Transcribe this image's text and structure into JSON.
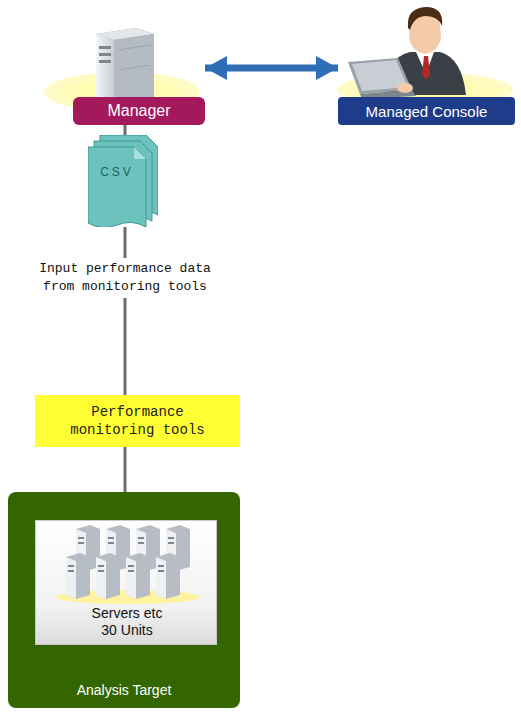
{
  "diagram": {
    "nodes": [
      {
        "text": [
          "Manager"
        ]
      },
      {
        "text": [
          "Managed Console"
        ]
      },
      {
        "text": [
          "CSV"
        ]
      },
      {
        "text": [
          "Performance monitoring tools"
        ]
      },
      {
        "text": [
          "Analysis Target"
        ]
      },
      {
        "text": [
          "Servers etc 30 Units"
        ],
        "in": 4
      }
    ],
    "edges": [
      {
        "from": 0,
        "to": 1,
        "arrow": "both"
      },
      {
        "from": 0,
        "to": 2,
        "arrow": "none"
      },
      {
        "from": 2,
        "to": 3,
        "arrow": "none",
        "label": "Input performance data from monitoring tools"
      },
      {
        "from": 3,
        "to": 4,
        "arrow": "none"
      }
    ]
  }
}
